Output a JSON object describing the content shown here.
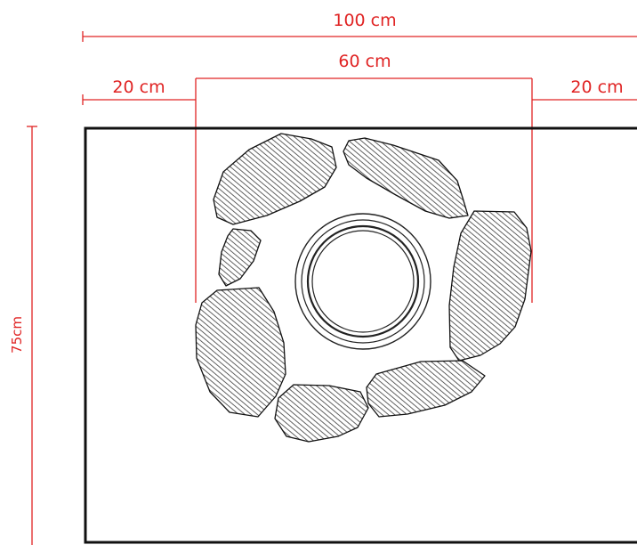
{
  "colors": {
    "dimension": "#e02424",
    "outline": "#111111",
    "hatch": "#3a3a3a",
    "background": "#ffffff"
  },
  "dimensions": {
    "total_width": "100 cm",
    "center_width": "60 cm",
    "left_margin": "20 cm",
    "right_margin": "20 cm",
    "depth": "75cm"
  },
  "icons": {
    "stone": "hatched-stone-icon",
    "fire_bowl": "fire-bowl-icon"
  }
}
